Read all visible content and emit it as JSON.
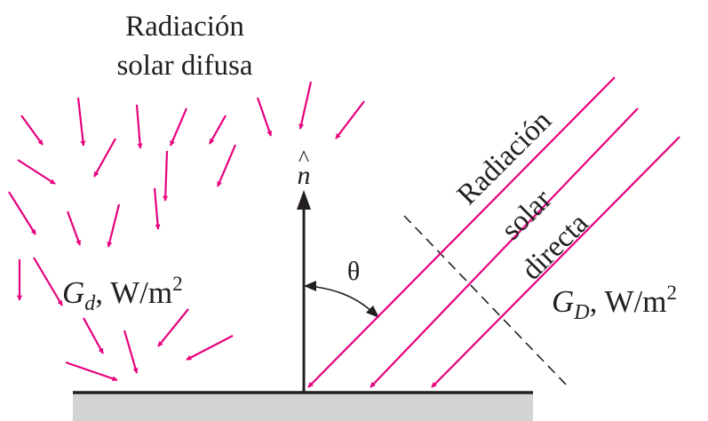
{
  "labels": {
    "diffuse_line1": "Radiación",
    "diffuse_line2": "solar difusa",
    "direct_line1": "Radiación",
    "direct_line2": "solar",
    "direct_line3": "directa",
    "normal_symbol": "n",
    "normal_hat": "^",
    "angle_symbol": "θ",
    "gd_letter": "G",
    "gd_subscript": "d",
    "gd_unit": ", W/m",
    "gd_exponent": "2",
    "gD_letter": "G",
    "gD_subscript": "D",
    "gD_unit": ", W/m",
    "gD_exponent": "2"
  },
  "colors": {
    "arrow": "#e6007e",
    "line": "#231f20",
    "surface": "#d1d3d4"
  }
}
